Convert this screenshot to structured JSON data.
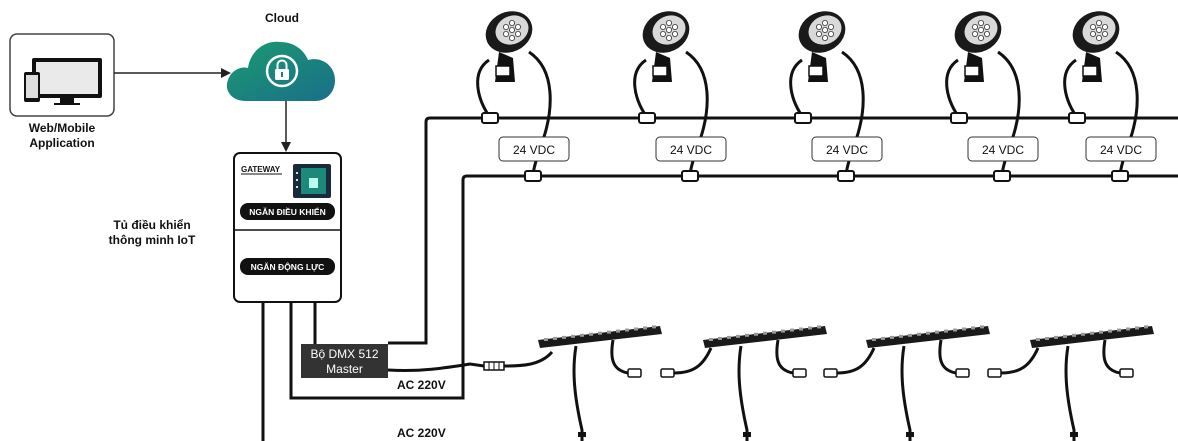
{
  "cloud": {
    "label": "Cloud",
    "icon": "lock-icon",
    "color_top": "#1a9a6f",
    "color_bottom": "#1a6f8a"
  },
  "app": {
    "label_line1": "Web/Mobile",
    "label_line2": "Application",
    "icon": "computer-phone-icon"
  },
  "cabinet": {
    "label_line1": "Tủ điều khiển",
    "label_line2": "thông minh IoT",
    "gateway_label": "GATEWAY",
    "control_section": "NGĂN ĐIỀU KHIỂN",
    "power_section": "NGĂN ĐỘNG LỰC"
  },
  "dmx": {
    "line1": "Bộ DMX 512",
    "line2": "Master"
  },
  "power": {
    "ac_label_1": "AC 220V",
    "ac_label_2": "AC 220V"
  },
  "spotlights": [
    {
      "label": "24 VDC"
    },
    {
      "label": "24 VDC"
    },
    {
      "label": "24 VDC"
    },
    {
      "label": "24 VDC"
    },
    {
      "label": "24 VDC"
    }
  ],
  "linear_lights": [
    {},
    {},
    {},
    {}
  ]
}
